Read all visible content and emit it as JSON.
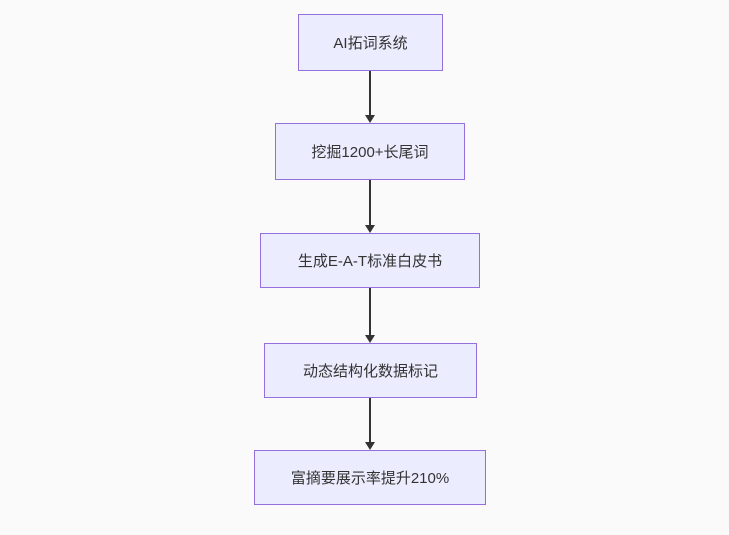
{
  "flowchart": {
    "direction": "top-down",
    "nodes": [
      {
        "label": "AI拓词系统"
      },
      {
        "label": "挖掘1200+长尾词"
      },
      {
        "label": "生成E-A-T标准白皮书"
      },
      {
        "label": "动态结构化数据标记"
      },
      {
        "label": "富摘要展示率提升210%"
      }
    ],
    "edges": [
      {
        "from": 0,
        "to": 1
      },
      {
        "from": 1,
        "to": 2
      },
      {
        "from": 2,
        "to": 3
      },
      {
        "from": 3,
        "to": 4
      }
    ],
    "colors": {
      "background": "#fafafa",
      "node_fill": "#ECECFF",
      "node_border": "#9370DB",
      "text": "#333333",
      "arrow": "#333333"
    }
  }
}
